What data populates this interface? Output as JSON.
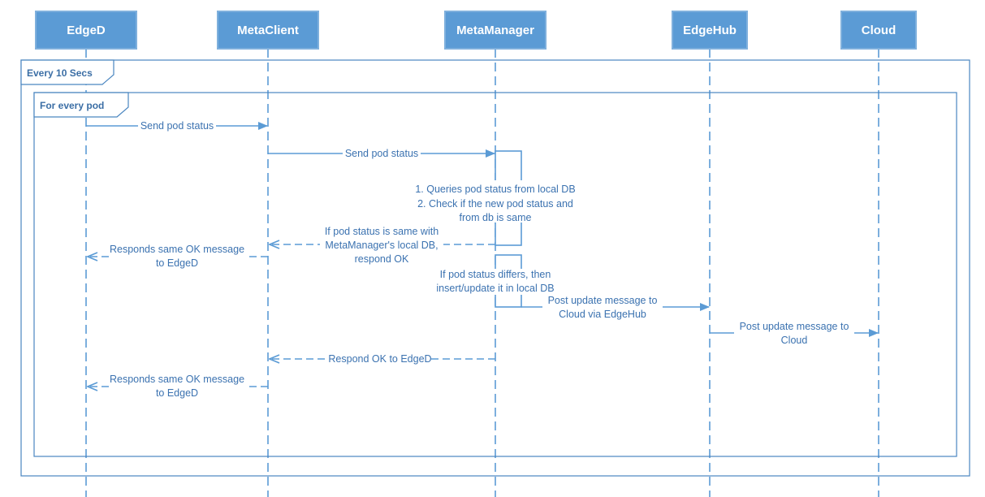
{
  "actors": [
    {
      "id": "edged",
      "label": "EdgeD"
    },
    {
      "id": "metaclient",
      "label": "MetaClient"
    },
    {
      "id": "metamanager",
      "label": "MetaManager"
    },
    {
      "id": "edgehub",
      "label": "EdgeHub"
    },
    {
      "id": "cloud",
      "label": "Cloud"
    }
  ],
  "frames": {
    "outer": {
      "label": "Every 10 Secs"
    },
    "inner": {
      "label": "For every pod"
    }
  },
  "messages": {
    "m1": {
      "text": "Send pod status"
    },
    "m2": {
      "text": "Send pod status"
    },
    "note_query": {
      "lines": [
        "1. Queries pod status from local DB",
        "2. Check if the new pod status and",
        "from db is same"
      ]
    },
    "m3": {
      "lines": [
        "If pod status is same with",
        "MetaManager's local DB,",
        "respond OK"
      ]
    },
    "m4": {
      "lines": [
        "Responds same OK message",
        "to EdgeD"
      ]
    },
    "note_differs": {
      "lines": [
        "If pod status differs, then",
        "insert/update it in local DB"
      ]
    },
    "m5": {
      "lines": [
        "Post update message to",
        "Cloud via EdgeHub"
      ]
    },
    "m6": {
      "lines": [
        "Post update message to",
        "Cloud"
      ]
    },
    "m7": {
      "text": "Respond OK to EdgeD"
    },
    "m8": {
      "lines": [
        "Responds same OK message",
        "to EdgeD"
      ]
    }
  },
  "colors": {
    "primary": "#5b9bd5",
    "text": "#3b72b0",
    "frame": "#4a86c0"
  }
}
